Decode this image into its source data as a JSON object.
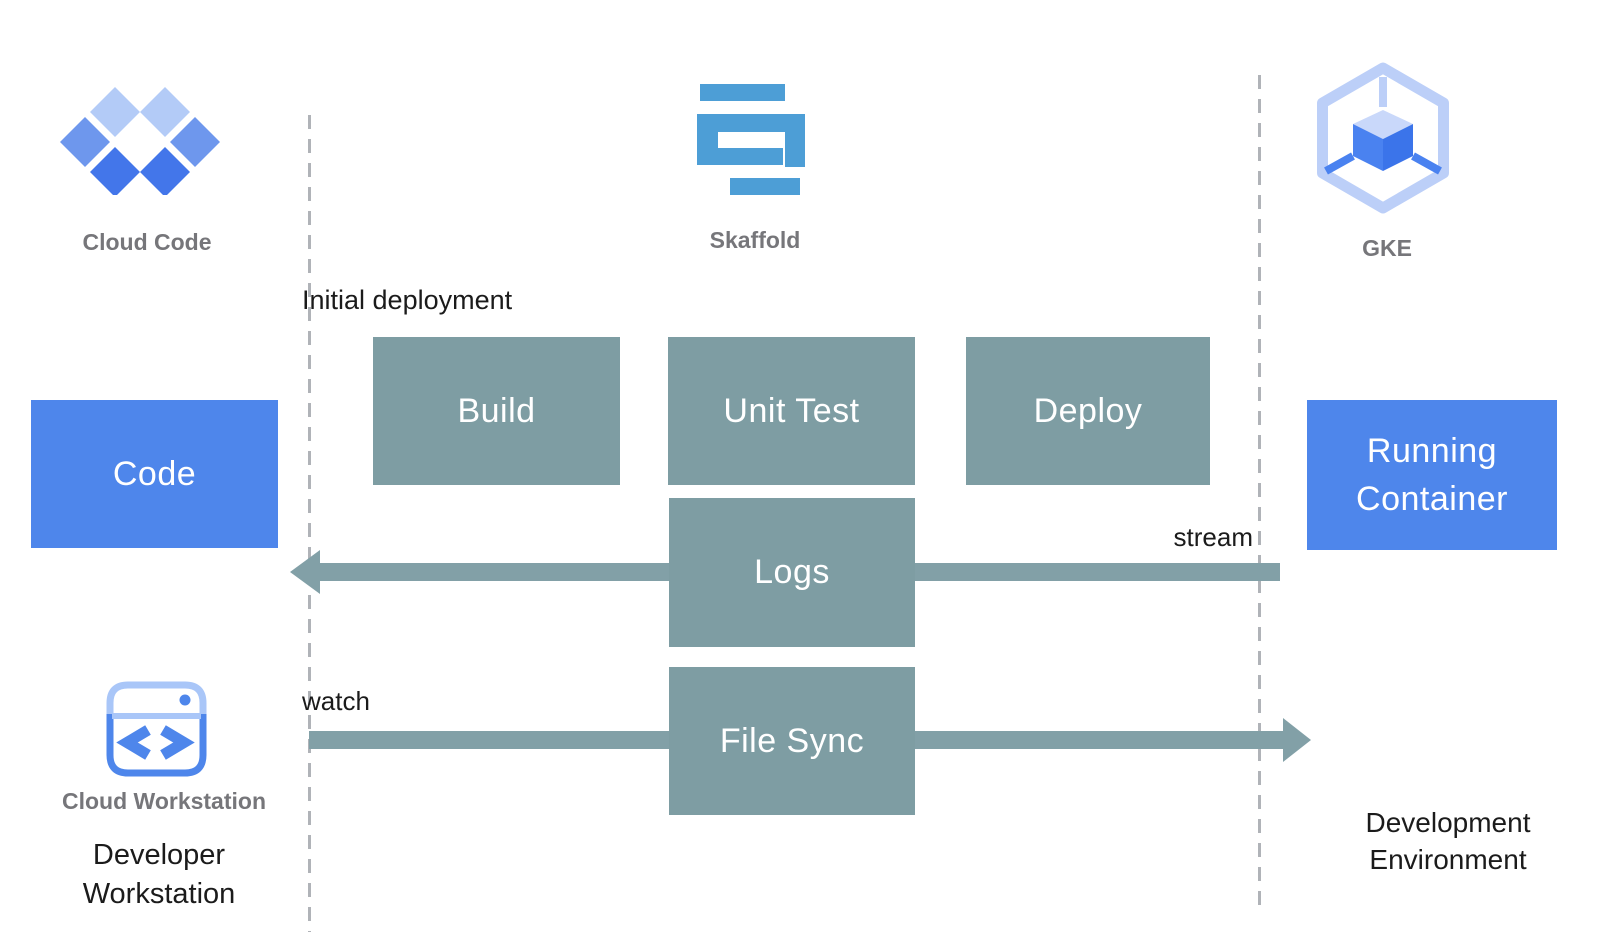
{
  "colors": {
    "teal": "#7E9DA3",
    "teal-bar": "#82A0A7",
    "blue": "#4E86EB",
    "skaffold-blue": "#4D9ED6",
    "dash": "#B0B3B8",
    "label-gray": "#76767A",
    "text-black": "#1B1B1B",
    "cc-light": "#B3CBF7",
    "cc-mid": "#6E97ED",
    "cc-dark": "#4376EA",
    "gke-outline": "#BCCFF8",
    "gke-top": "#C9D8FA",
    "gke-left": "#4A82F0",
    "gke-right": "#3B74EA",
    "ws-light": "#A9C6F8",
    "ws-dark": "#4E86EB"
  },
  "header": {
    "cloud_code_label": "Cloud Code",
    "skaffold_label": "Skaffold",
    "gke_label": "GKE"
  },
  "boxes": {
    "code": {
      "label": "Code"
    },
    "build": {
      "label": "Build"
    },
    "unit_test": {
      "label": "Unit Test"
    },
    "deploy": {
      "label": "Deploy"
    },
    "logs": {
      "label": "Logs"
    },
    "file_sync": {
      "label": "File Sync"
    },
    "running_container": {
      "line1": "Running",
      "line2": "Container"
    }
  },
  "annotations": {
    "initial_deployment": "Initial deployment",
    "stream": "stream",
    "watch": "watch",
    "development_environment": {
      "line1": "Development",
      "line2": "Environment"
    },
    "developer_workstation": {
      "line1": "Developer",
      "line2": "Workstation"
    },
    "cloud_workstation_label": "Cloud Workstation"
  },
  "icons": {
    "cloud_code": "cloud-code-diamonds-icon",
    "skaffold": "skaffold-s-icon",
    "gke": "gke-hexagon-cube-icon",
    "cloud_workstation": "cloud-workstation-window-icon",
    "logs_arrow": "arrow-left-icon",
    "file_sync_arrow": "arrow-right-icon"
  }
}
